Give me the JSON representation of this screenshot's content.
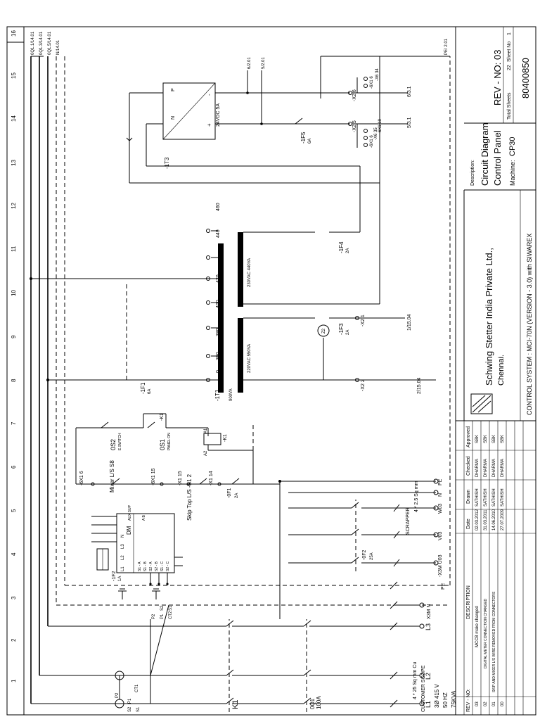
{
  "grid": [
    "1",
    "2",
    "3",
    "4",
    "5",
    "6",
    "7",
    "8",
    "9",
    "10",
    "11",
    "12",
    "13",
    "14",
    "15",
    "16"
  ],
  "bus": {
    "l1": "0Q1.1/14.01",
    "l2": "0Q1.3/14.01",
    "l3": "0Q1.5/14.01",
    "n": "N/14.01",
    "pe": "PE/ 2.01",
    "v1": "6/2.01",
    "v2": "5/2.01"
  },
  "supply": {
    "size": "4 * 25 Sq mm Cu",
    "scope": "CUSTOMER SCOPE",
    "phase": "3Ø 415 V",
    "freq": "50 HZ",
    "kva": "75KVA",
    "l1": "L1",
    "l2": "L2",
    "l3": "L3",
    "pe": "PE",
    "n": "X3M N"
  },
  "mccb": {
    "tag": "0Q1",
    "rating": "100A"
  },
  "contactor": {
    "tag": "K1"
  },
  "ct": {
    "ct1": "CT1",
    "ct2": "CT2",
    "p1": "P1",
    "p2": "P2",
    "s1": "S1",
    "s2": "S2"
  },
  "meter": {
    "tag": "DM",
    "top": [
      "L1",
      "L2",
      "L3",
      "N"
    ],
    "aux": "AUX SUP",
    "ab": "A  B",
    "inputs": [
      "S1 - A",
      "S1 - B",
      "S2 - A",
      "S2 - B",
      "S1 - C",
      "S2 - C"
    ],
    "fuse": "-1F2",
    "fuse_rating": "1A"
  },
  "scrapper": {
    "label": "SCRAPPER",
    "tag": "-0F2",
    "range": "25A",
    "cable": "4 * 2.5 Sq mm",
    "outs": [
      "-X3M U03",
      "V03",
      "W03",
      "N",
      "PE"
    ]
  },
  "control": {
    "x1_6": "-6X1 6",
    "x1_15": "-6X1 15",
    "x_15": "-X1 15",
    "x_14": "-X1 14",
    "s8": "Mixer L/S S8",
    "s12": "Skip Top L/S -S1 2",
    "os2": "0S2",
    "os2_sub": "E.SWITCH",
    "os1": "0S1",
    "os1_sub": "PANEL ON",
    "k1": "-K1",
    "a1": "A1",
    "a2": "A2",
    "qf1": "-0F1",
    "qf1_rating": "2A"
  },
  "transformer": {
    "tag": "-1T1",
    "va": "900VA",
    "primary_taps": [
      "0",
      "360",
      "380",
      "400",
      "420",
      "440",
      "460"
    ],
    "sec1": "220VAC 550VA",
    "sec2": "230VAC 440VA",
    "f1": "-1F1",
    "f1_rating": "6A",
    "f3": "-1F3",
    "f3_rating": "2A",
    "f4": "-1F4",
    "f4_rating": "2A",
    "x2_1": "-X2 1",
    "x2_2": "-X2 2",
    "out_1": "1/15.04",
    "out_2": "2/15.04",
    "z": "Z2"
  },
  "psu": {
    "tag": "-1T3",
    "rating": "24VDC 5A",
    "p": "P",
    "n": "N",
    "plus": "+",
    "minus": "-",
    "f5": "-1F5",
    "f5_rating": "6A",
    "x2_5": "-X2 5",
    "x2_6": "-X2 6",
    "out_5": "5/3.1",
    "out_6": "6/3.1",
    "tb_a": [
      "-6X1 10",
      "-X6 35",
      "-6X1 6"
    ],
    "tb_b": [
      "-6X1 6",
      "-X6 34"
    ]
  },
  "revisions": {
    "headers": [
      "REV - NO:",
      "DESCRIPTION",
      "Date",
      "Drawn",
      "Checked",
      "Approved"
    ],
    "rows": [
      [
        "03",
        "MCCB make changed",
        "02.03.2012",
        "SATHISH",
        "DHARMA",
        "SBK"
      ],
      [
        "02",
        "DIGITAL METER CONNECTION CHANGED",
        "31.03.2011",
        "SATHISH",
        "DHARMA",
        "SBK"
      ],
      [
        "01",
        "SKIP AND MIXER L/S WIRE REMOVED FROM CONNECTORS",
        "14.06.2010",
        "SATHISH",
        "DHARMA",
        "SBK"
      ],
      [
        "00",
        "",
        "27.07.2009",
        "SATHISH",
        "DHARMA",
        "SBK"
      ]
    ]
  },
  "titleblock": {
    "company": "Schwing Stetter India Private Ltd.,",
    "city": "Chennai.",
    "system": "CONTROL SYSTEM : MCI-70N (VERSION - 3.0) with SIWAREX",
    "desc_label": "Description:",
    "desc1": "Circuit Diagram",
    "desc2": "Control Panel",
    "machine_label": "Machine:",
    "machine": "CP30",
    "rev": "REV - NO: 03",
    "sheets_label": "Total Sheets",
    "sheets": "22",
    "sheet_no_label": "Sheet No",
    "sheet_no": "1",
    "drawing_no": "80400850"
  }
}
